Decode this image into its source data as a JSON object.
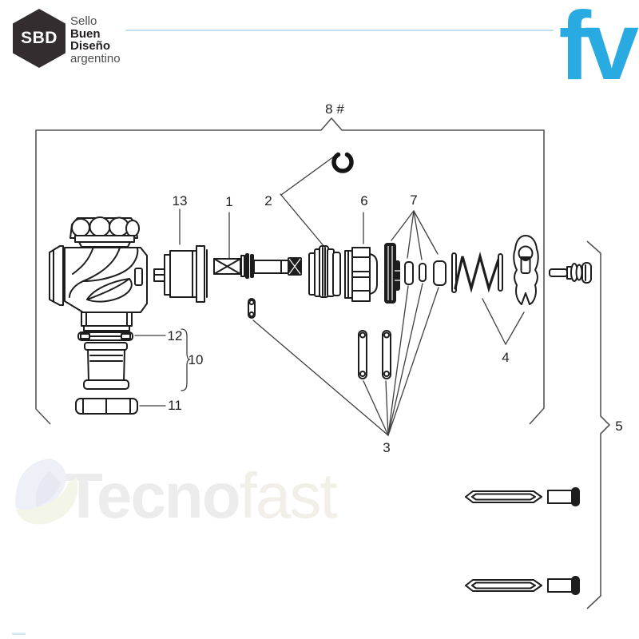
{
  "header": {
    "sbd": {
      "abbr": "SBD",
      "lines": [
        "Sello",
        "Buen",
        "Diseño",
        "argentino"
      ]
    },
    "brand": {
      "text": "fv",
      "color": "#29abe2"
    }
  },
  "watermark": {
    "bold": "Tecno",
    "light": "fast"
  },
  "diagram": {
    "kit_label": "8 #",
    "labels": {
      "l1": "1",
      "l2": "2",
      "l3": "3",
      "l4": "4",
      "l5": "5",
      "l6": "6",
      "l7": "7",
      "l10": "10",
      "l11": "11",
      "l12": "12",
      "l13": "13"
    },
    "parts": [
      "valve-body",
      "stem",
      "piston",
      "pins",
      "spring",
      "screw-set",
      "cage",
      "seal-set",
      "retaining-clip-kit",
      "tailpiece",
      "coupling-nut",
      "flat-washer",
      "cartridge",
      "handle-socket"
    ],
    "colors": {
      "ink": "#1d1d1d",
      "leader": "#3f3f3f",
      "frame": "#555555",
      "brand_accent": "#29abe2",
      "watermark_bold": "#ececec",
      "watermark_light": "#f1efe8"
    }
  }
}
